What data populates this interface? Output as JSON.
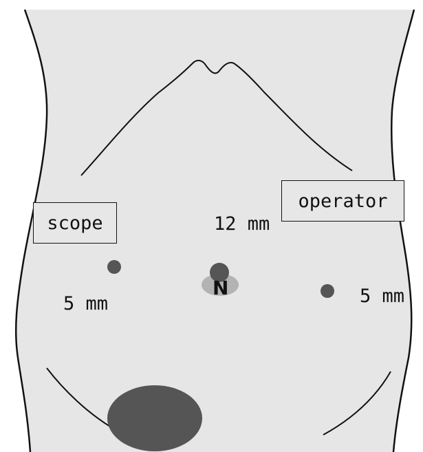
{
  "labels": {
    "scope": "scope",
    "operator": "operator",
    "umbilical_port": "12 mm",
    "left_port": "5 mm",
    "right_port": "5 mm",
    "navel_marker": "N"
  },
  "colors": {
    "body_fill": "#e6e6e6",
    "outline": "#111111",
    "port_fill": "#555555",
    "navel_fill": "#b3b3b3",
    "bladder_fill": "#555555",
    "background": "#ffffff"
  }
}
